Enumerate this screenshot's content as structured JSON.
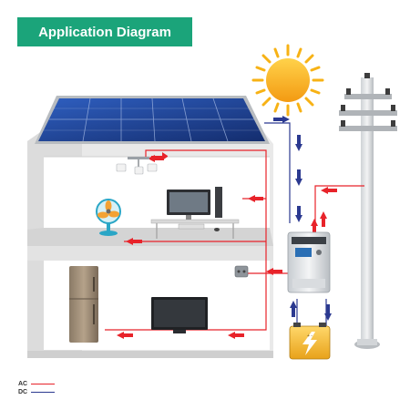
{
  "title": "Application Diagram",
  "battery_label": "+ -",
  "legend": [
    {
      "label": "AC",
      "color": "#e8232a"
    },
    {
      "label": "DC",
      "color": "#2b3990"
    }
  ],
  "colors": {
    "banner": "#1ba47a",
    "ac_wire": "#e8232a",
    "dc_wire": "#2b3990",
    "house_wall": "#e6e6e6",
    "roof": "#d9d9d9",
    "solar_panel": "#1c3d8f",
    "sun": "#f7b215"
  },
  "icons": [
    "sun-icon",
    "solar-panel",
    "utility-pole",
    "inverter",
    "battery",
    "lamp",
    "fan",
    "desktop-computer",
    "refrigerator",
    "television",
    "junction-box"
  ]
}
